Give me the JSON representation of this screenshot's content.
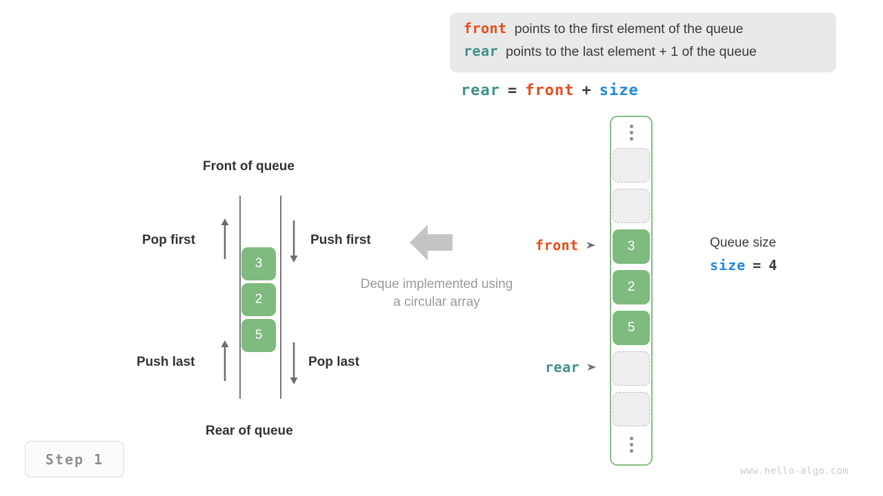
{
  "legend": {
    "lines": [
      {
        "key": "front",
        "key_color": "#ec4a18",
        "text": "points to the first element of the queue"
      },
      {
        "key": "rear",
        "key_color": "#3e9188",
        "text": "points to the last element + 1 of the queue"
      }
    ]
  },
  "formula": {
    "rear": "rear",
    "equals": "=",
    "front": "front",
    "plus": "+",
    "size": "size"
  },
  "deque": {
    "title_top": "Front of queue",
    "title_bottom": "Rear of queue",
    "cells": [
      "3",
      "2",
      "5"
    ],
    "ops": {
      "pop_first": "Pop first",
      "push_first": "Push first",
      "push_last": "Push last",
      "pop_last": "Pop last"
    },
    "caption_line1": "Deque implemented using",
    "caption_line2": "a circular array"
  },
  "array": {
    "ellipsis_top": "vertical-ellipsis",
    "ellipsis_bottom": "vertical-ellipsis",
    "slots": [
      {
        "value": "",
        "state": "empty"
      },
      {
        "value": "",
        "state": "empty"
      },
      {
        "value": "3",
        "state": "filled"
      },
      {
        "value": "2",
        "state": "filled"
      },
      {
        "value": "5",
        "state": "filled"
      },
      {
        "value": "",
        "state": "empty"
      },
      {
        "value": "",
        "state": "empty"
      }
    ],
    "pointers": {
      "front": "front",
      "rear": "rear"
    }
  },
  "size_info": {
    "title": "Queue size",
    "var": "size",
    "equals": "=",
    "value": "4"
  },
  "footer": {
    "step": "Step 1",
    "watermark": "www.hello-algo.com"
  },
  "colors": {
    "green_cell": "#7fba7f",
    "green_border": "#84bd84",
    "orange": "#ec4a18",
    "teal": "#3e9188",
    "blue": "#1e88e5",
    "gray_text": "#999999",
    "legend_bg": "#e9e9e9"
  }
}
